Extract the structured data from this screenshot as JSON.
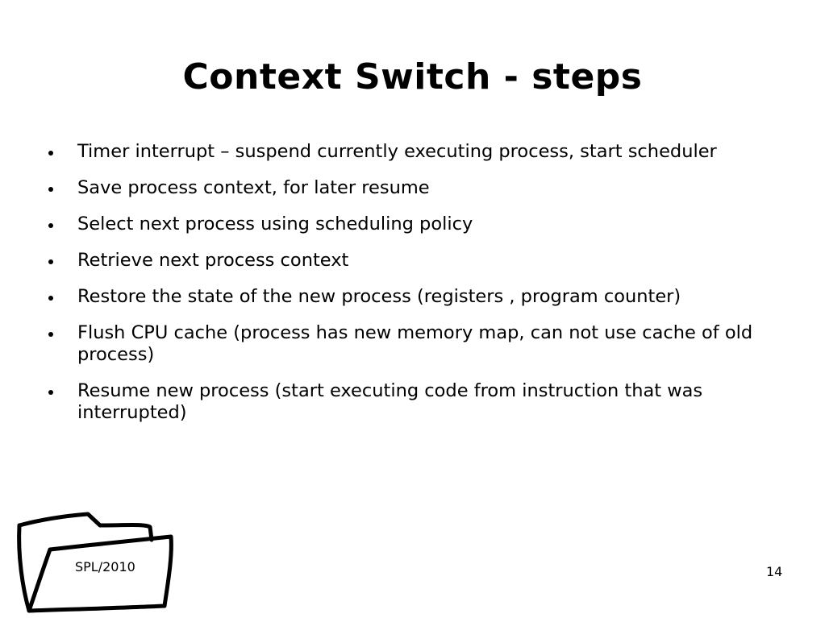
{
  "slide": {
    "title": "Context Switch - steps",
    "bullets": [
      "Timer interrupt – suspend currently executing process, start scheduler",
      "Save process context, for later resume",
      "Select next process using  scheduling policy",
      "Retrieve next process context",
      "Restore the state of the new process (registers , program counter)",
      "Flush CPU cache (process has new memory map, can not use cache of old process)",
      "Resume new process (start executing code from instruction that was interrupted)"
    ],
    "footer_label": "SPL/2010",
    "page_number": "14",
    "folder_icon": "folder-icon"
  }
}
